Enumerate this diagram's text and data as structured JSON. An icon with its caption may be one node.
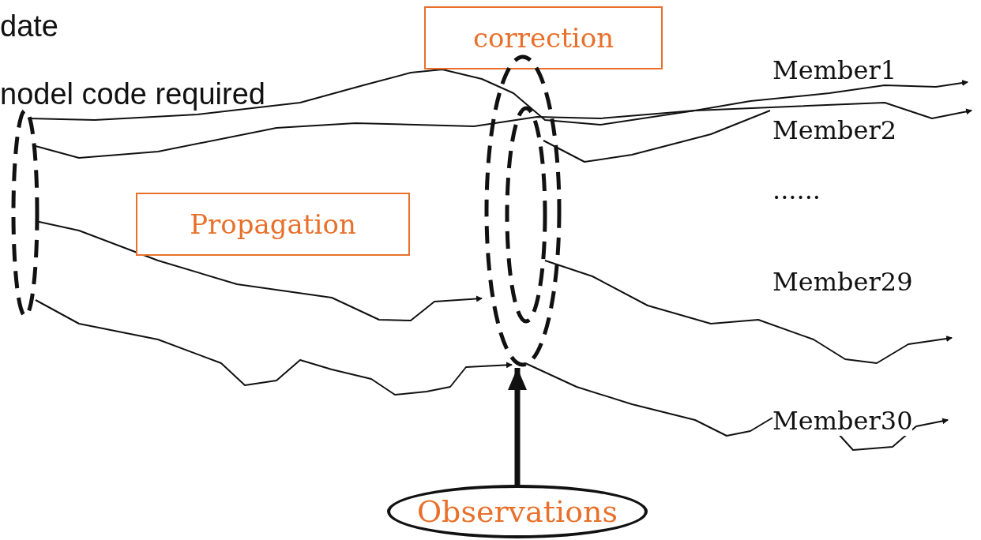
{
  "diagram": {
    "nodes": [
      {
        "text": [
          "correction"
        ]
      },
      {
        "text": [
          "Propagation"
        ]
      },
      {
        "text": [
          "Observations"
        ]
      },
      {
        "text": [],
        "shape": "circle"
      }
    ],
    "edges": [
      {
        "from": 2,
        "to": 3,
        "arrow": "to"
      }
    ],
    "labels": [
      "date",
      "nodel code required",
      "Member1",
      "Member2",
      "......",
      "Member29",
      "Member30"
    ]
  }
}
